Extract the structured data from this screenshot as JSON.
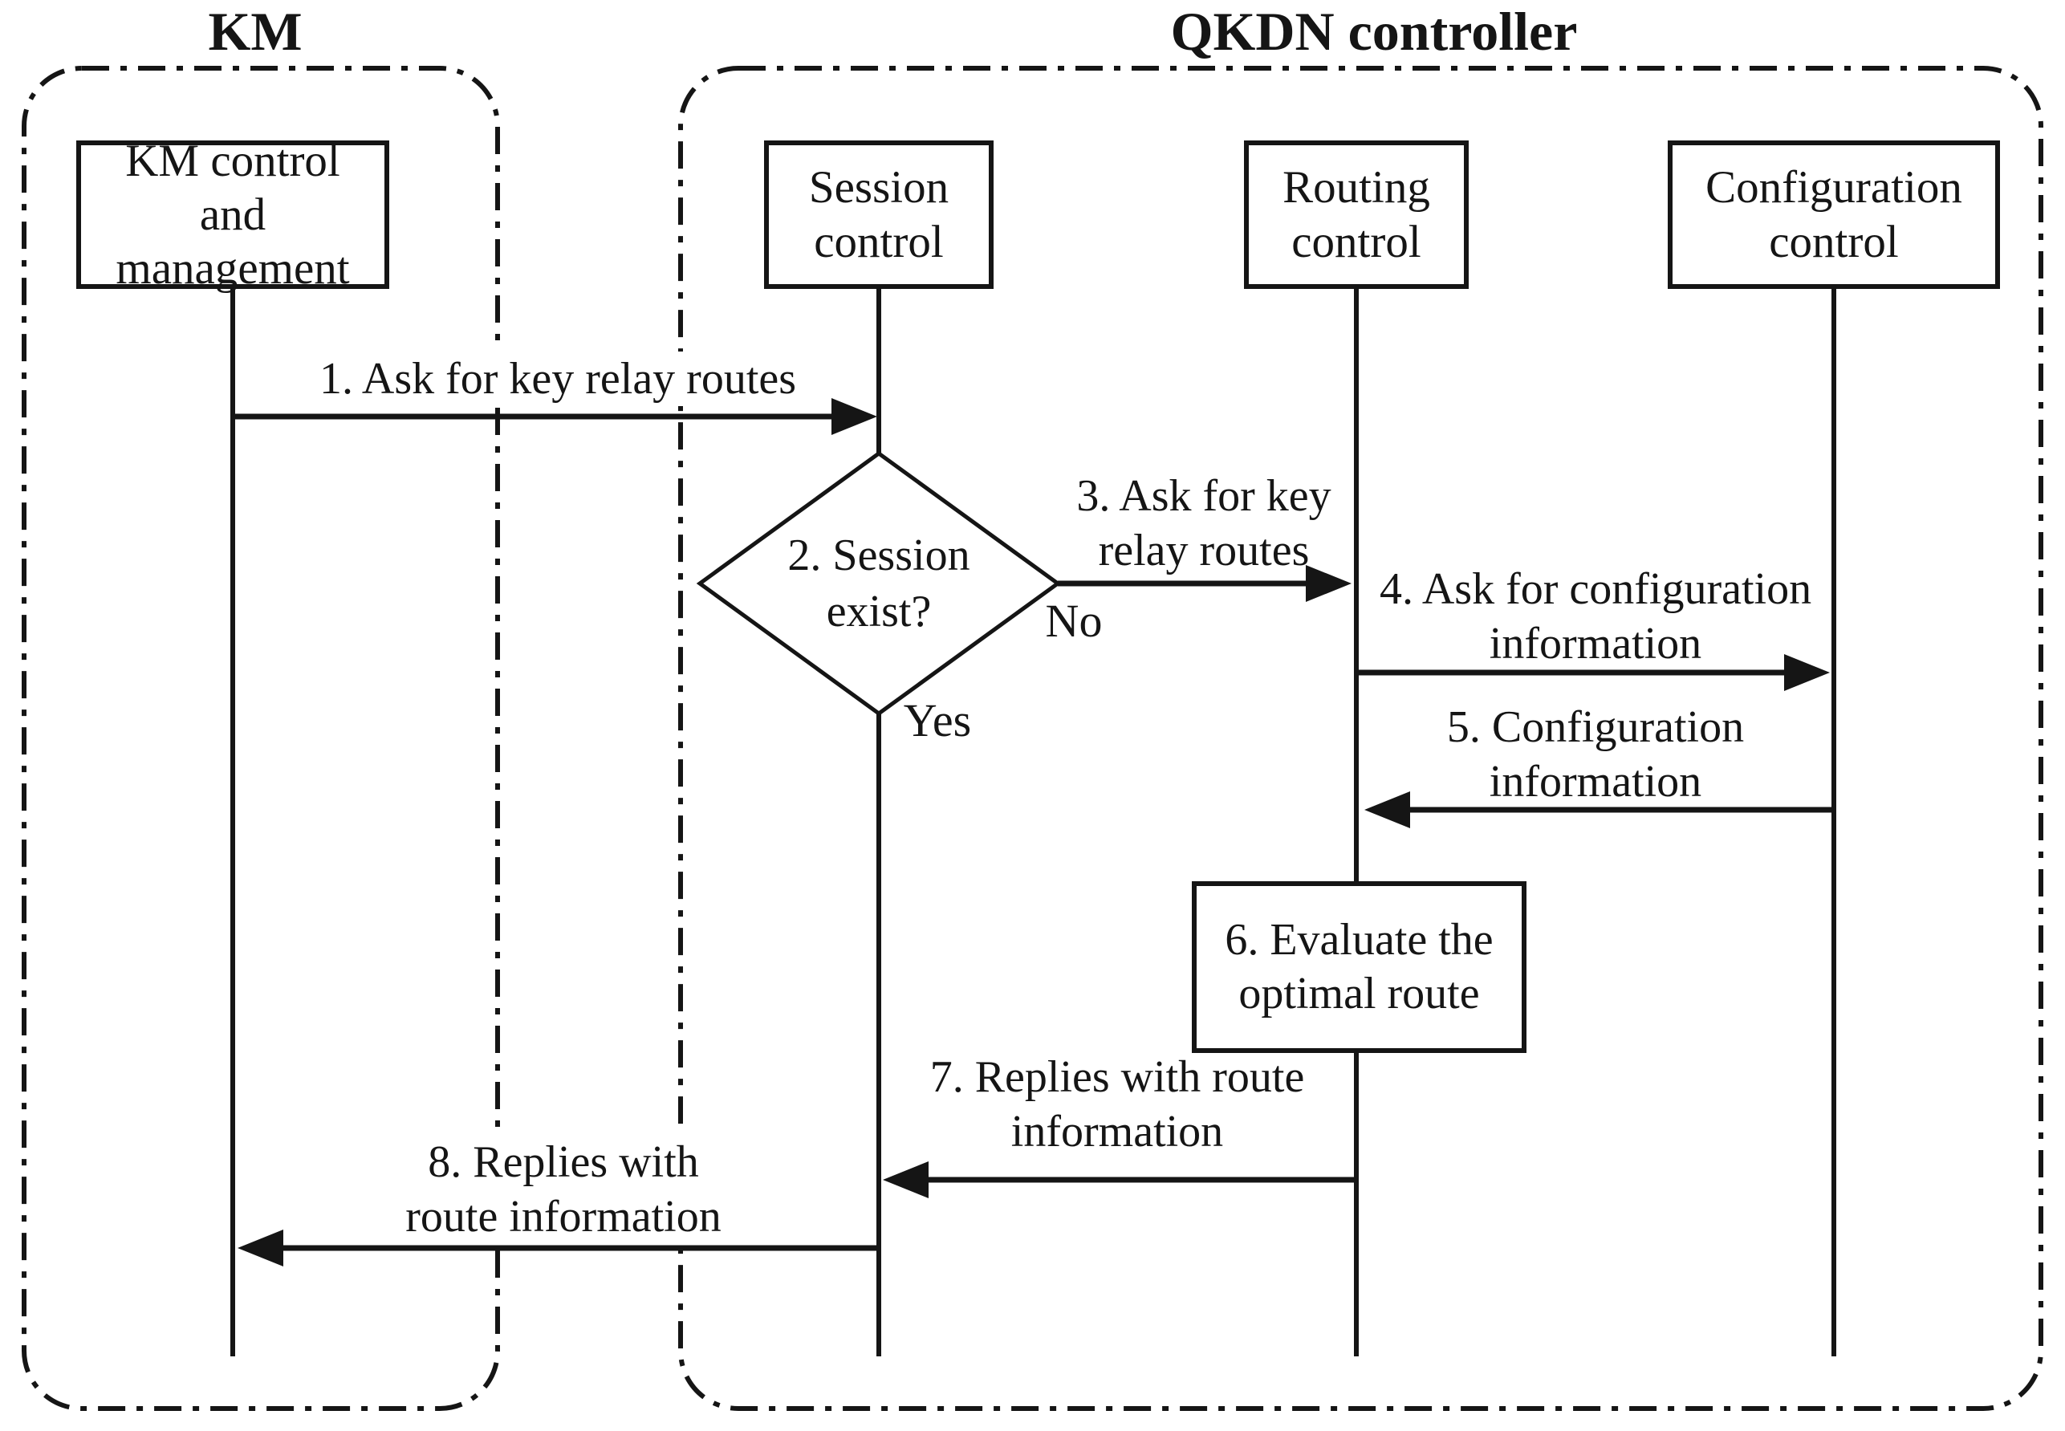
{
  "groups": {
    "km_title": "KM",
    "qkdn_title": "QKDN controller"
  },
  "actors": {
    "km": "KM control\nand management",
    "session": "Session\ncontrol",
    "routing": "Routing\ncontrol",
    "configuration": "Configuration\ncontrol"
  },
  "decision": {
    "label": "2. Session\nexist?",
    "yes": "Yes",
    "no": "No"
  },
  "action": {
    "label": "6. Evaluate the\noptimal route"
  },
  "messages": {
    "m1": "1. Ask for key relay routes",
    "m3": "3. Ask for key\nrelay routes",
    "m4": "4. Ask for configuration\ninformation",
    "m5": "5. Configuration\ninformation",
    "m7": "7. Replies with route\ninformation",
    "m8": "8. Replies with\nroute information"
  },
  "colors": {
    "ink": "#151515",
    "background": "#ffffff"
  }
}
